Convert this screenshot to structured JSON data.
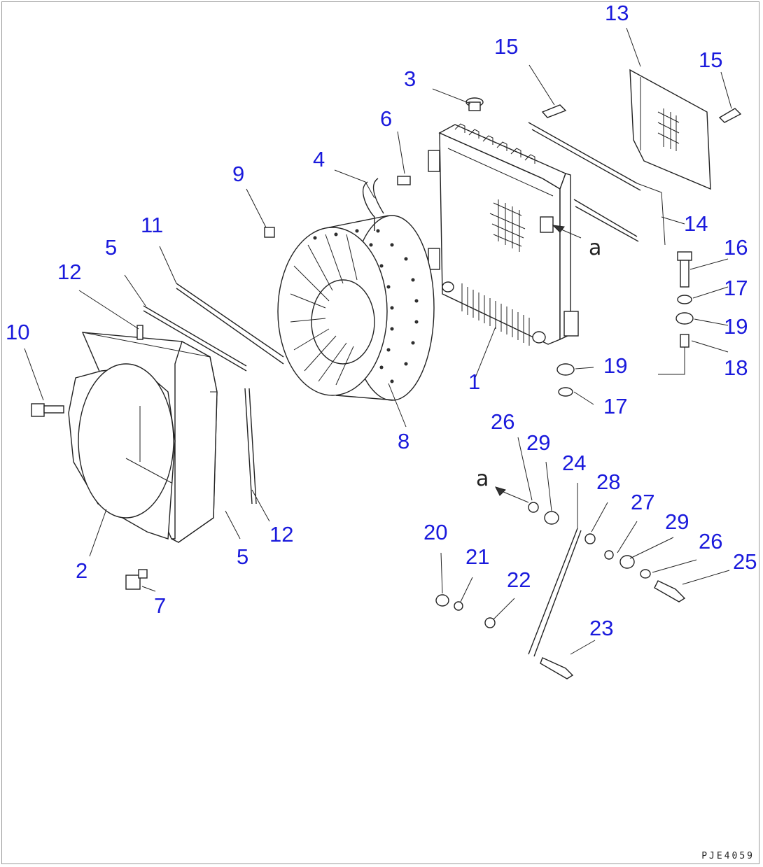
{
  "callouts": [
    {
      "id": "1",
      "text": "1"
    },
    {
      "id": "2",
      "text": "2"
    },
    {
      "id": "3",
      "text": "3"
    },
    {
      "id": "4",
      "text": "4"
    },
    {
      "id": "5a",
      "text": "5"
    },
    {
      "id": "5b",
      "text": "5"
    },
    {
      "id": "6",
      "text": "6"
    },
    {
      "id": "7",
      "text": "7"
    },
    {
      "id": "8",
      "text": "8"
    },
    {
      "id": "9",
      "text": "9"
    },
    {
      "id": "10",
      "text": "10"
    },
    {
      "id": "11",
      "text": "11"
    },
    {
      "id": "12a",
      "text": "12"
    },
    {
      "id": "12b",
      "text": "12"
    },
    {
      "id": "13",
      "text": "13"
    },
    {
      "id": "14",
      "text": "14"
    },
    {
      "id": "15a",
      "text": "15"
    },
    {
      "id": "15b",
      "text": "15"
    },
    {
      "id": "16",
      "text": "16"
    },
    {
      "id": "17a",
      "text": "17"
    },
    {
      "id": "17b",
      "text": "17"
    },
    {
      "id": "18",
      "text": "18"
    },
    {
      "id": "19a",
      "text": "19"
    },
    {
      "id": "19b",
      "text": "19"
    },
    {
      "id": "20",
      "text": "20"
    },
    {
      "id": "21",
      "text": "21"
    },
    {
      "id": "22",
      "text": "22"
    },
    {
      "id": "23",
      "text": "23"
    },
    {
      "id": "24",
      "text": "24"
    },
    {
      "id": "25",
      "text": "25"
    },
    {
      "id": "26a",
      "text": "26"
    },
    {
      "id": "26b",
      "text": "26"
    },
    {
      "id": "27",
      "text": "27"
    },
    {
      "id": "28",
      "text": "28"
    },
    {
      "id": "29a",
      "text": "29"
    },
    {
      "id": "29b",
      "text": "29"
    }
  ],
  "reference_marks": {
    "upper": "a",
    "lower": "a"
  },
  "drawing_code": "PJE4059",
  "colors": {
    "callout": "#1a1adc",
    "line": "#222222"
  }
}
